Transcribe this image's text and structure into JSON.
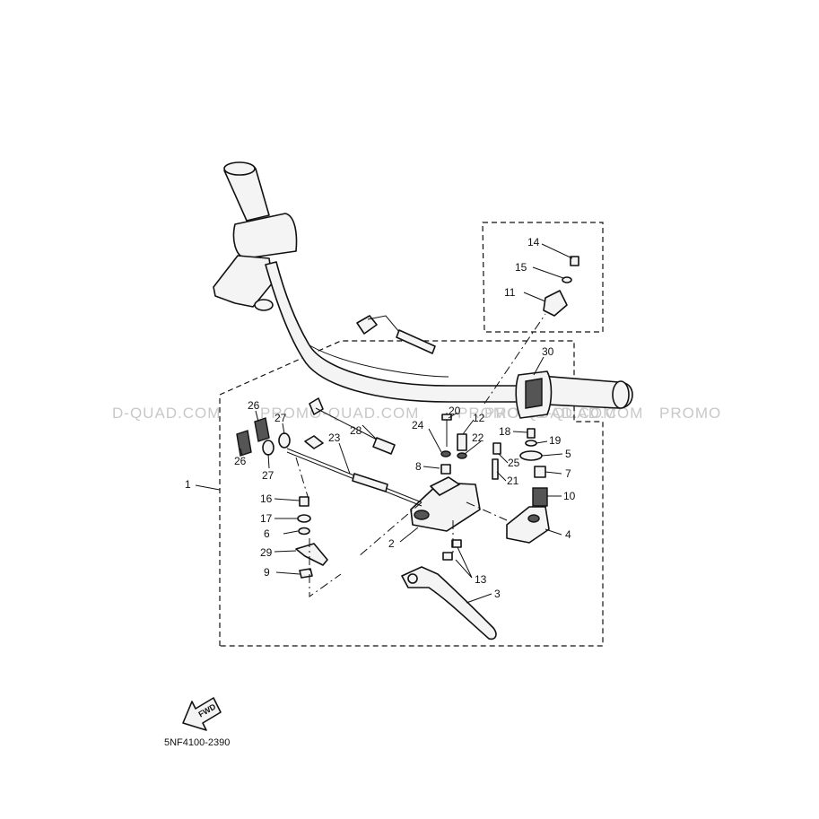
{
  "diagram": {
    "drawing_code": "5NF4100-2390",
    "watermark_texts": [
      "D-QUAD.COM",
      "PROMO-QUAD.COM",
      "PROMO-QUAD.COM",
      "PROMO-QUAD.COM",
      "PROMO"
    ],
    "fwd_label": "FWD",
    "callouts": {
      "c1": "1",
      "c2": "2",
      "c3": "3",
      "c4": "4",
      "c5": "5",
      "c6": "6",
      "c7": "7",
      "c8": "8",
      "c9": "9",
      "c10": "10",
      "c11": "11",
      "c12": "12",
      "c13": "13",
      "c14": "14",
      "c15": "15",
      "c16": "16",
      "c17": "17",
      "c18": "18",
      "c19": "19",
      "c20": "20",
      "c21": "21",
      "c22": "22",
      "c23": "23",
      "c24": "24",
      "c25": "25",
      "c26a": "26",
      "c26b": "26",
      "c27a": "27",
      "c27b": "27",
      "c28": "28",
      "c29": "29",
      "c30": "30"
    }
  }
}
